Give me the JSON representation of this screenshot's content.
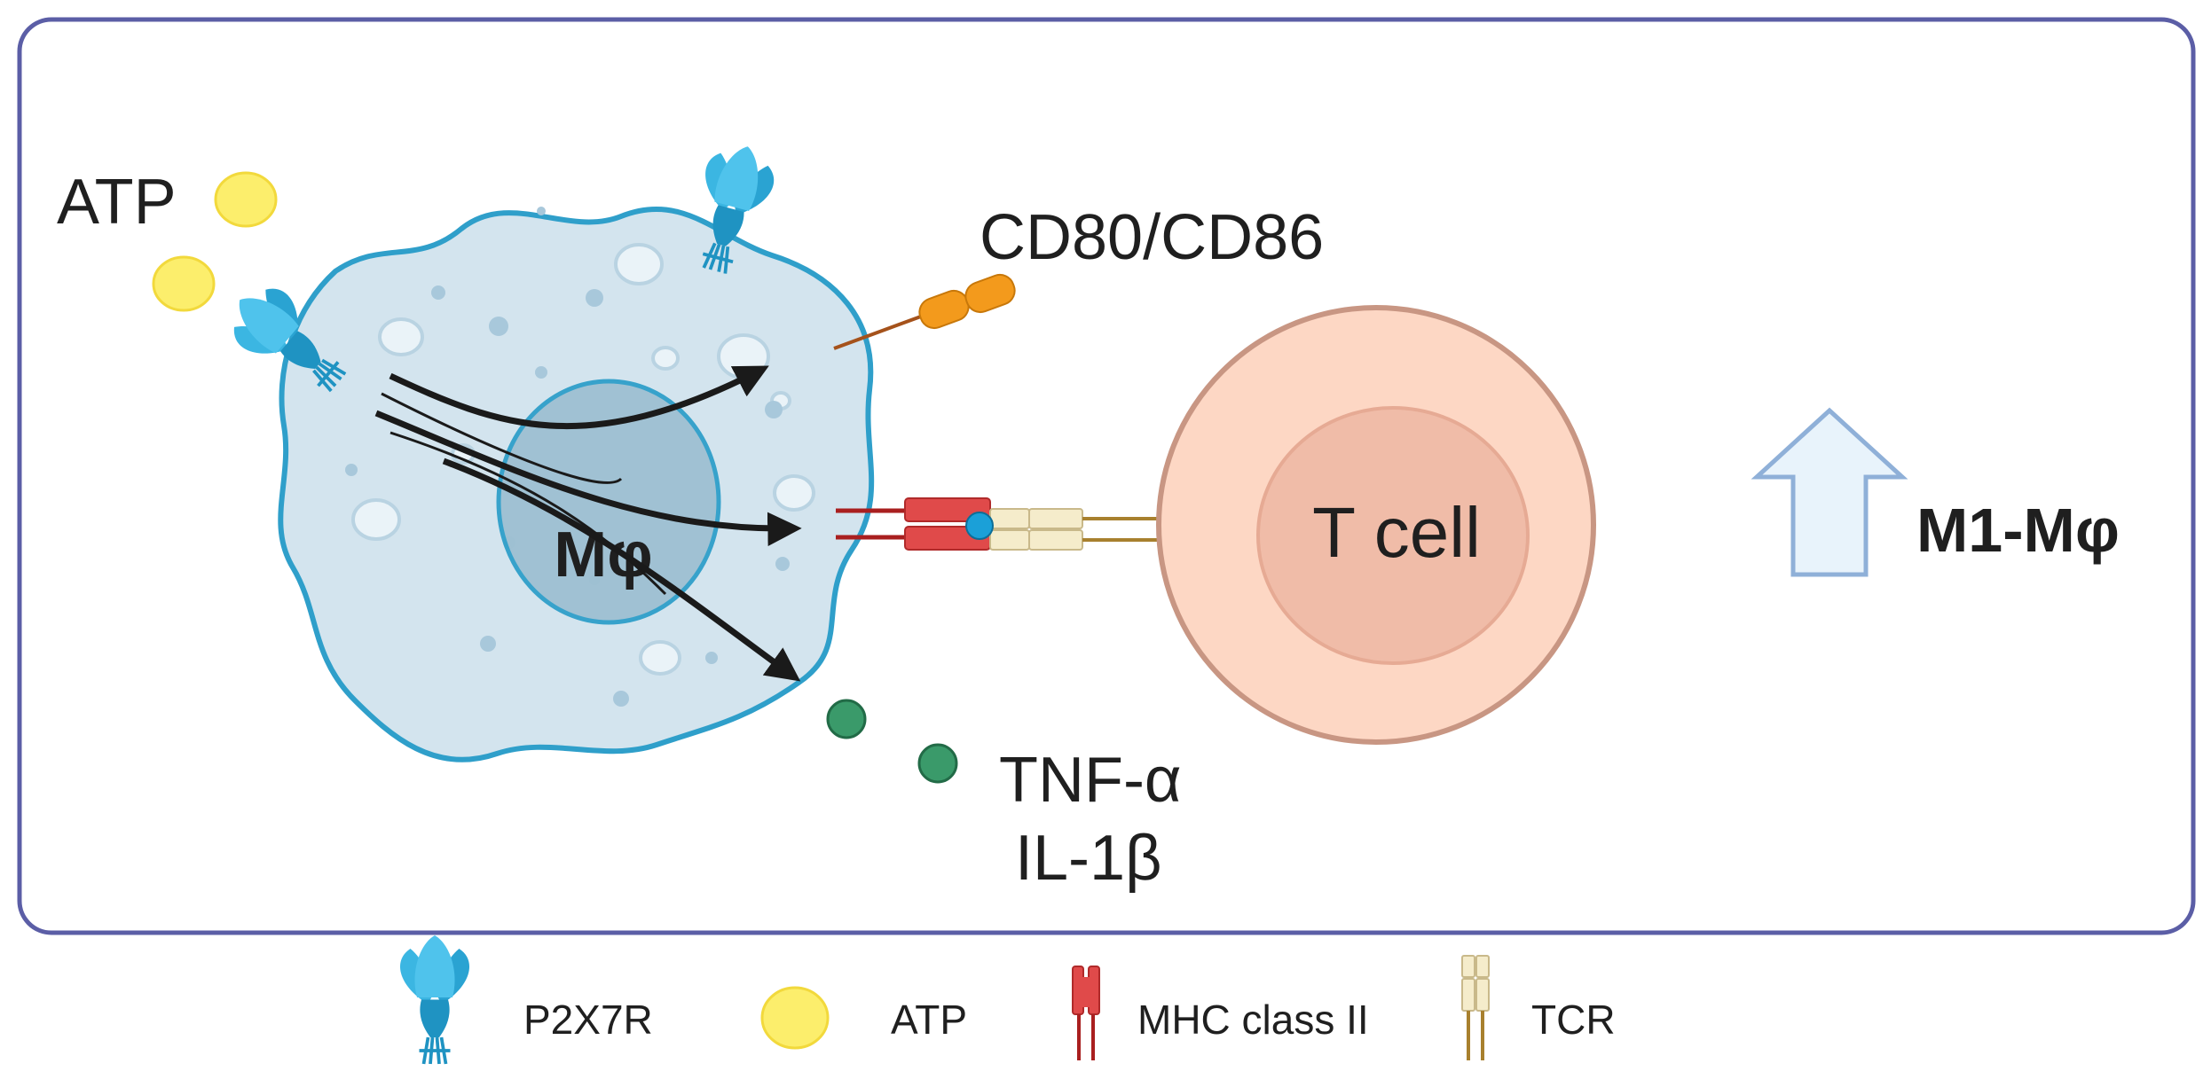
{
  "diagram": {
    "macrophage_label": "Mφ",
    "tcell_label": "T cell",
    "atp_label": "ATP",
    "cd80_label": "CD80/CD86",
    "tnf_label": "TNF-α",
    "il1_label": "IL-1β",
    "m1_label": "M1-Mφ"
  },
  "legend": {
    "items": [
      {
        "icon": "p2x7r-receptor-icon",
        "label": "P2X7R"
      },
      {
        "icon": "atp-molecule-icon",
        "label": "ATP"
      },
      {
        "icon": "mhc-class-ii-icon",
        "label": "MHC class II"
      },
      {
        "icon": "tcr-icon",
        "label": "TCR"
      }
    ]
  },
  "colors": {
    "frame": "#5b5ea6",
    "macrophage_fill": "#d3e4ee",
    "macrophage_border": "#2f9fca",
    "nucleus_fill": "#9ec0d2",
    "tcell_outer": "#fdd7c4",
    "tcell_border": "#c89683",
    "tcell_nucleus": "#f0bca8",
    "atp": "#fcee6c",
    "receptor": "#3bb6e2",
    "mhc": "#e04a4a",
    "tcr": "#f5eccb",
    "cd80": "#f39a1c",
    "cytokine": "#3a9a6a",
    "up_arrow_fill": "#e8f3fb",
    "up_arrow_border": "#8fb0d8"
  }
}
